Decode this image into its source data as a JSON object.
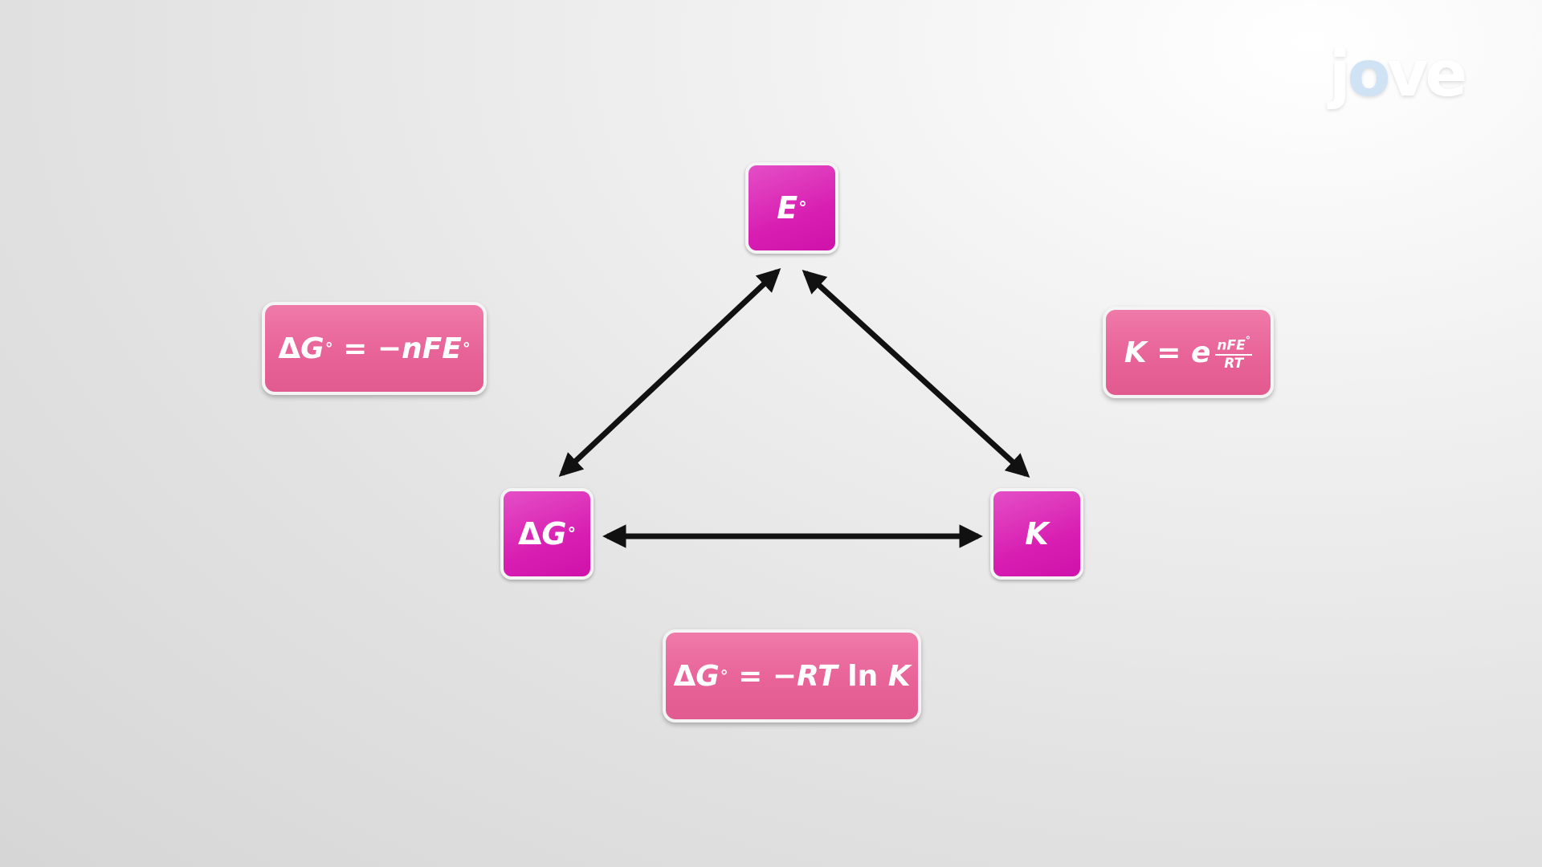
{
  "logo": {
    "text_j": "j",
    "text_o": "o",
    "text_ve": "ve"
  },
  "nodes": {
    "e": {
      "symbol": "E",
      "degree": "°"
    },
    "g": {
      "delta": "Δ",
      "symbol": "G",
      "degree": "°"
    },
    "k": {
      "symbol": "K"
    }
  },
  "formulas": {
    "g_e": {
      "delta": "Δ",
      "g": "G",
      "deg1": "°",
      "eq": " = −",
      "nfe": "nFE",
      "deg2": "°"
    },
    "k_e": {
      "k": "K",
      "eq": " = ",
      "e": "e",
      "num": "nFE",
      "num_deg": "°",
      "den": "RT"
    },
    "g_k": {
      "delta": "Δ",
      "g": "G",
      "deg": "°",
      "eq": " = −",
      "rt": "RT",
      "ln": " ln ",
      "k": "K"
    }
  },
  "colors": {
    "node_fill": "#d81fb2",
    "formula_fill": "#e86398",
    "arrow": "#111111",
    "border": "#f4f4f4"
  }
}
